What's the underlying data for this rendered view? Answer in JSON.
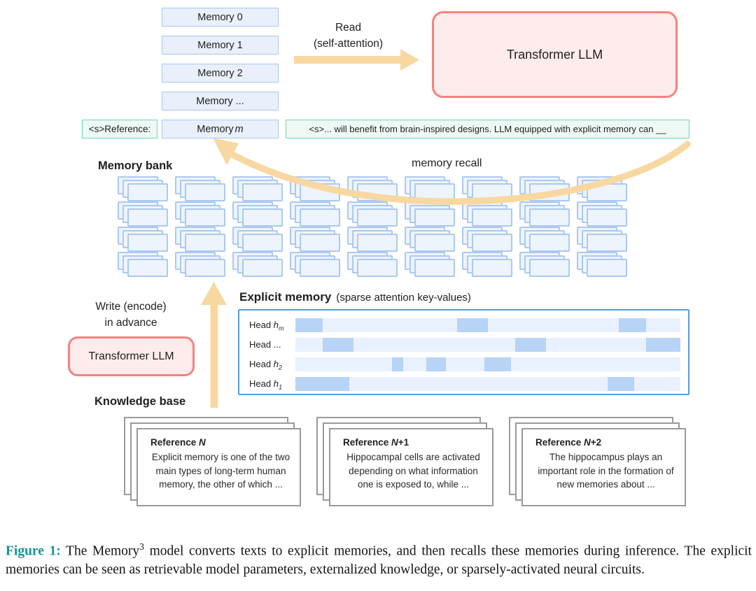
{
  "colors": {
    "blue_border": "#a6c7ee",
    "blue_fill": "#e9f0fc",
    "green_border": "#77d3b4",
    "green_fill": "#edf9f4",
    "pink_border": "#f78180",
    "pink_fill": "#fdeceb",
    "arrow": "#f8d8a1",
    "explicit_memory_border": "#5b9bd5",
    "bar_bg": "#e9f1fe",
    "bar_segment": "#b7d3f6",
    "card_border": "#9a9a9a",
    "caption_accent": "#17939a"
  },
  "memory_stack": {
    "boxes": [
      {
        "main": "Memory 0",
        "it": ""
      },
      {
        "main": "Memory 1",
        "it": ""
      },
      {
        "main": "Memory 2",
        "it": ""
      },
      {
        "main": "Memory ...",
        "it": ""
      },
      {
        "main": "Memory ",
        "it": "m"
      }
    ]
  },
  "prompt_row": {
    "reference_token": "<s>Reference:",
    "context_text": "<s>... will benefit from brain-inspired designs. LLM equipped with explicit memory can __"
  },
  "read": {
    "line1": "Read",
    "line2": "(self-attention)"
  },
  "transformer_top": {
    "label": "Transformer LLM"
  },
  "memory_bank": {
    "title": "Memory bank",
    "recall_label": "memory recall",
    "rows": 4,
    "cols": 9
  },
  "write": {
    "line1": "Write (encode)",
    "line2": "in advance"
  },
  "transformer_left": {
    "label": "Transformer LLM"
  },
  "knowledge_base": {
    "title": "Knowledge base",
    "cards": [
      {
        "title_main": "Reference ",
        "title_it": "N",
        "title_suffix": "",
        "body": "Explicit memory is one of the two main types of long-term human memory, the other of which ..."
      },
      {
        "title_main": "Reference ",
        "title_it": "N",
        "title_suffix": "+1",
        "body": "Hippocampal cells are activated depending on what information one is exposed to, while ..."
      },
      {
        "title_main": "Reference ",
        "title_it": "N",
        "title_suffix": "+2",
        "body": "The hippocampus plays an important role in the formation of new memories about ..."
      }
    ]
  },
  "explicit_memory": {
    "title": "Explicit memory",
    "subtitle": "(sparse attention key-values)",
    "heads": [
      {
        "main": "Head ",
        "sym": "h",
        "sub": "m",
        "segments": [
          [
            0,
            7
          ],
          [
            42,
            50
          ],
          [
            84,
            91
          ]
        ]
      },
      {
        "main": "Head ...",
        "sym": "",
        "sub": "",
        "segments": [
          [
            7,
            15
          ],
          [
            57,
            65
          ],
          [
            91,
            100
          ]
        ]
      },
      {
        "main": "Head ",
        "sym": "h",
        "sub": "2",
        "segments": [
          [
            25,
            28
          ],
          [
            34,
            39
          ],
          [
            49,
            56
          ]
        ]
      },
      {
        "main": "Head ",
        "sym": "h",
        "sub": "1",
        "segments": [
          [
            0,
            14
          ],
          [
            81,
            88
          ]
        ]
      }
    ]
  },
  "caption": {
    "label": "Figure 1:",
    "before_sup": " The Memory",
    "sup": "3",
    "after_sup": " model converts texts to explicit memories, and then recalls these memories during inference. The explicit memories can be seen as retrievable model parameters, externalized knowledge, or sparsely-activated neural circuits."
  }
}
